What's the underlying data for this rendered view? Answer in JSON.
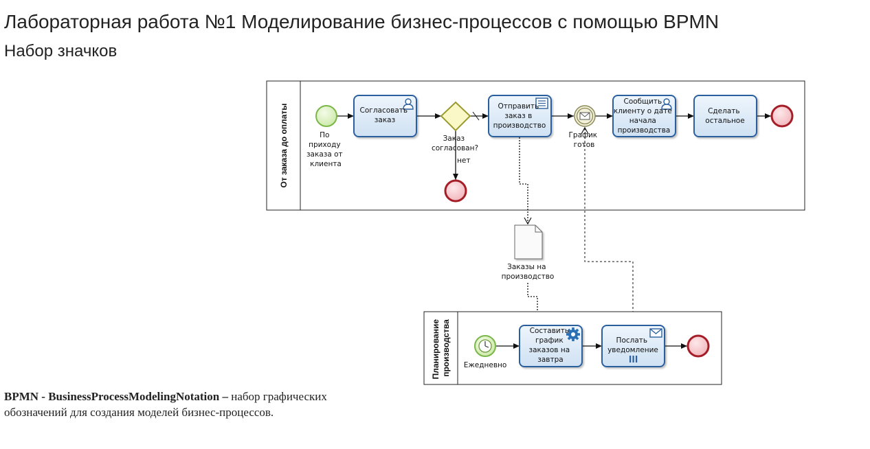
{
  "header": {
    "title": "Лабораторная работа №1 Моделирование бизнес-процессов с помощью BPMN",
    "subtitle": "Набор значков"
  },
  "pool1": {
    "label": "От заказа до оплаты",
    "start_event": [
      "По",
      "приходу",
      "заказа от",
      "клиента"
    ],
    "task_agree": [
      "Согласовать",
      "заказ"
    ],
    "gateway": [
      "Заказ",
      "согласован?"
    ],
    "gateway_no": "нет",
    "task_send": [
      "Отправить",
      "заказ в",
      "производство"
    ],
    "message_event": [
      "График",
      "готов"
    ],
    "task_inform": [
      "Сообщить",
      "клиенту о дате",
      "начала",
      "производства"
    ],
    "task_rest": [
      "Сделать",
      "остальное"
    ]
  },
  "data_object": [
    "Заказы на",
    "производство"
  ],
  "pool2": {
    "label": [
      "Планирование",
      "производства"
    ],
    "timer_event": "Ежедневно",
    "task_compose": [
      "Составить",
      "график",
      "заказов на",
      "завтра"
    ],
    "task_notify": [
      "Послать",
      "уведомление"
    ]
  },
  "footer": {
    "bold": "BPMN - BusinessProcessModelingNotation –",
    "text": " набор графических обозначений для создания моделей бизнес-процессов."
  },
  "colors": {
    "task_fill": "#dbe9f7",
    "task_stroke": "#2b5f9e",
    "start_fill": "#d8f0c0",
    "start_stroke": "#7ab648",
    "end_fill": "#f7c9cc",
    "end_stroke": "#a51d27",
    "gateway_fill": "#fbf8c8",
    "gateway_stroke": "#9a9a30"
  }
}
